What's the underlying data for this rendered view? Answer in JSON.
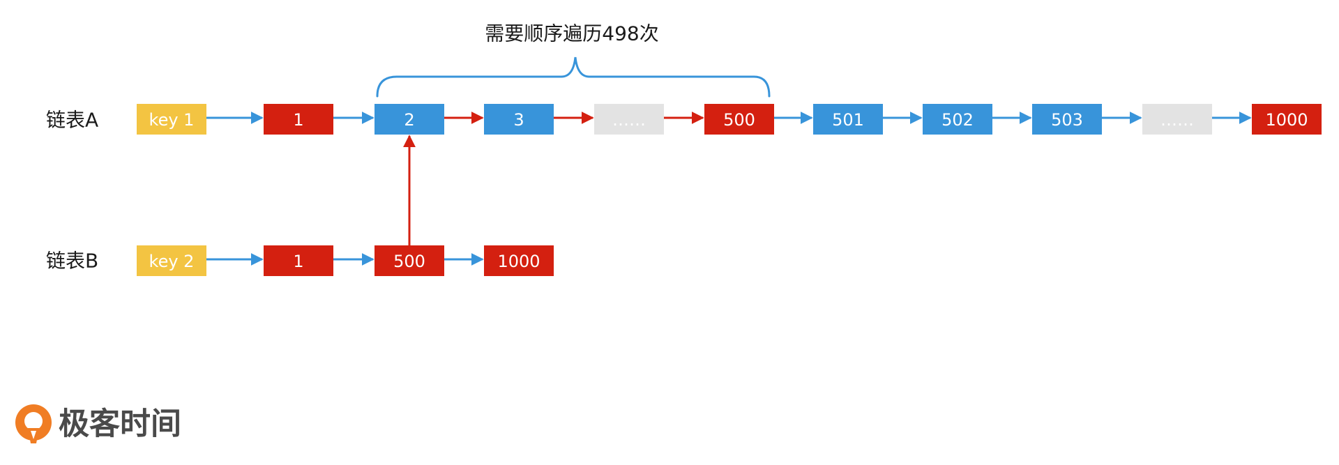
{
  "colors": {
    "key": "#f3c442",
    "red": "#d42010",
    "blue": "#3894da",
    "gray": "#e3e3e3",
    "brace": "#3894da",
    "logo": "#f07d24"
  },
  "annotation": {
    "text": "需要顺序遍历498次"
  },
  "rows": {
    "a": {
      "label": "链表A",
      "nodes": [
        {
          "label": "key 1",
          "color": "key"
        },
        {
          "label": "1",
          "color": "red"
        },
        {
          "label": "2",
          "color": "blue"
        },
        {
          "label": "3",
          "color": "blue"
        },
        {
          "label": "……",
          "color": "gray"
        },
        {
          "label": "500",
          "color": "red"
        },
        {
          "label": "501",
          "color": "blue"
        },
        {
          "label": "502",
          "color": "blue"
        },
        {
          "label": "503",
          "color": "blue"
        },
        {
          "label": "……",
          "color": "gray"
        },
        {
          "label": "1000",
          "color": "red"
        }
      ],
      "arrow_colors": [
        "blue",
        "blue",
        "red",
        "red",
        "red",
        "blue",
        "blue",
        "blue",
        "blue",
        "blue"
      ]
    },
    "b": {
      "label": "链表B",
      "nodes": [
        {
          "label": "key 2",
          "color": "key"
        },
        {
          "label": "1",
          "color": "red"
        },
        {
          "label": "500",
          "color": "red"
        },
        {
          "label": "1000",
          "color": "red"
        }
      ],
      "arrow_colors": [
        "blue",
        "blue",
        "blue"
      ]
    }
  },
  "cross_link": {
    "from_row": "b",
    "from_index": 2,
    "to_row": "a",
    "to_index": 2,
    "color": "red"
  },
  "logo": {
    "text": "极客时间"
  }
}
